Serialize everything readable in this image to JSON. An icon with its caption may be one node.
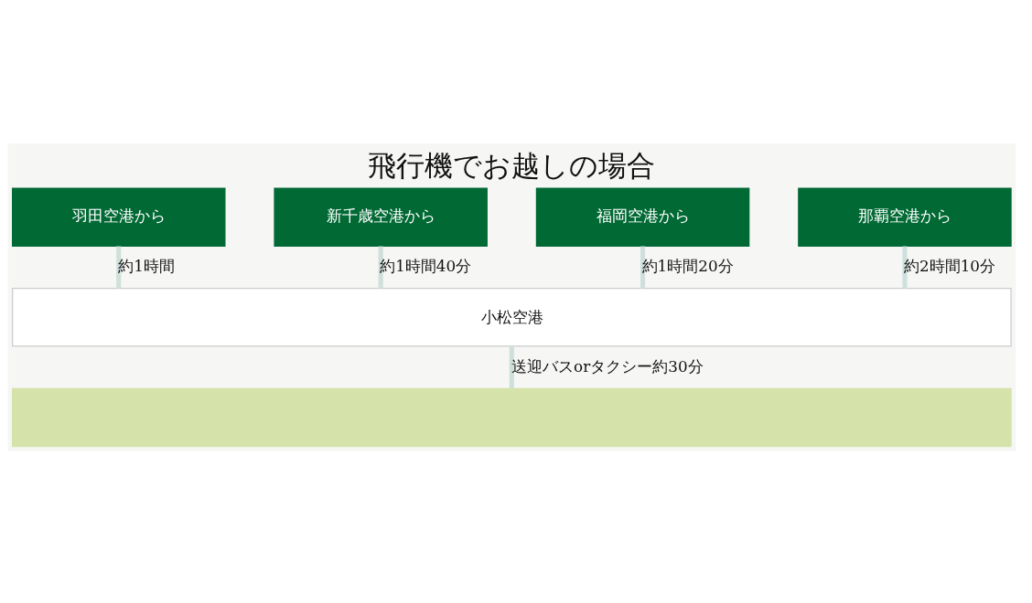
{
  "diagram": {
    "title": "飛行機でお越しの場合",
    "nodes": [
      {
        "text": [
          "羽田空港から"
        ]
      },
      {
        "text": [
          "新千歳空港から"
        ]
      },
      {
        "text": [
          "福岡空港から"
        ]
      },
      {
        "text": [
          "那覇空港から"
        ]
      },
      {
        "text": [
          "小松空港"
        ]
      },
      {
        "text": [],
        "shape": "bar"
      }
    ],
    "edges": [
      {
        "from": 0,
        "to": 4,
        "arrow": "none",
        "label": "約1時間"
      },
      {
        "from": 1,
        "to": 4,
        "arrow": "none",
        "label": "約1時間40分"
      },
      {
        "from": 2,
        "to": 4,
        "arrow": "none",
        "label": "約1時間20分"
      },
      {
        "from": 3,
        "to": 4,
        "arrow": "none",
        "label": "約2時間10分"
      },
      {
        "from": 4,
        "to": 5,
        "arrow": "none",
        "label": "送迎バスorタクシー約30分"
      }
    ]
  }
}
